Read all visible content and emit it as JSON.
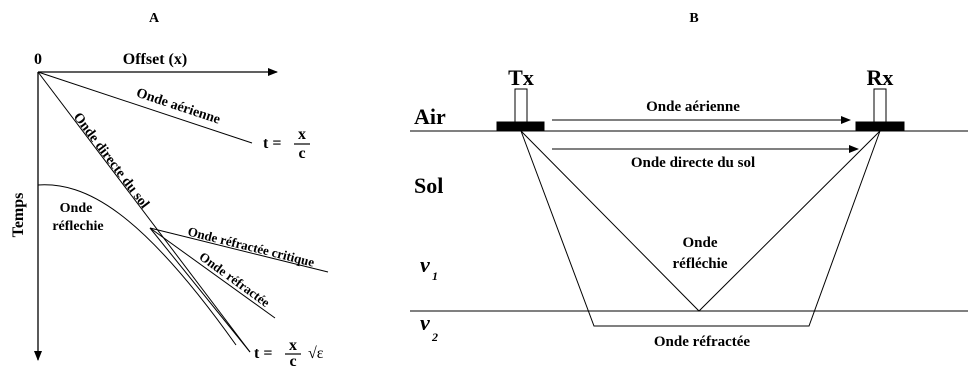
{
  "panel_a": {
    "title": "A",
    "origin": "0",
    "x_axis_label": "Offset (x)",
    "y_axis_label": "Temps",
    "air_wave_label": "Onde aérienne",
    "direct_wave_label": "Onde directe du sol",
    "reflected_wave_label_1": "Onde",
    "reflected_wave_label_2": "réflechie",
    "critical_refracted_label": "Onde réfractée critique",
    "refracted_label": "Onde réfractée",
    "eq1_lhs": "t = ",
    "eq1_num": "x",
    "eq1_den": "c",
    "eq2_lhs": "t = ",
    "eq2_num": "x",
    "eq2_den": "c",
    "eq2_factor": "√ε"
  },
  "panel_b": {
    "title": "B",
    "tx_label": "Tx",
    "rx_label": "Rx",
    "air_label": "Air",
    "soil_label": "Sol",
    "v1_base": "v",
    "v1_sub": "1",
    "v2_base": "v",
    "v2_sub": "2",
    "air_wave_label": "Onde aérienne",
    "direct_wave_label": "Onde directe du sol",
    "reflected_label_1": "Onde",
    "reflected_label_2": "réfléchie",
    "refracted_label": "Onde réfractée"
  }
}
